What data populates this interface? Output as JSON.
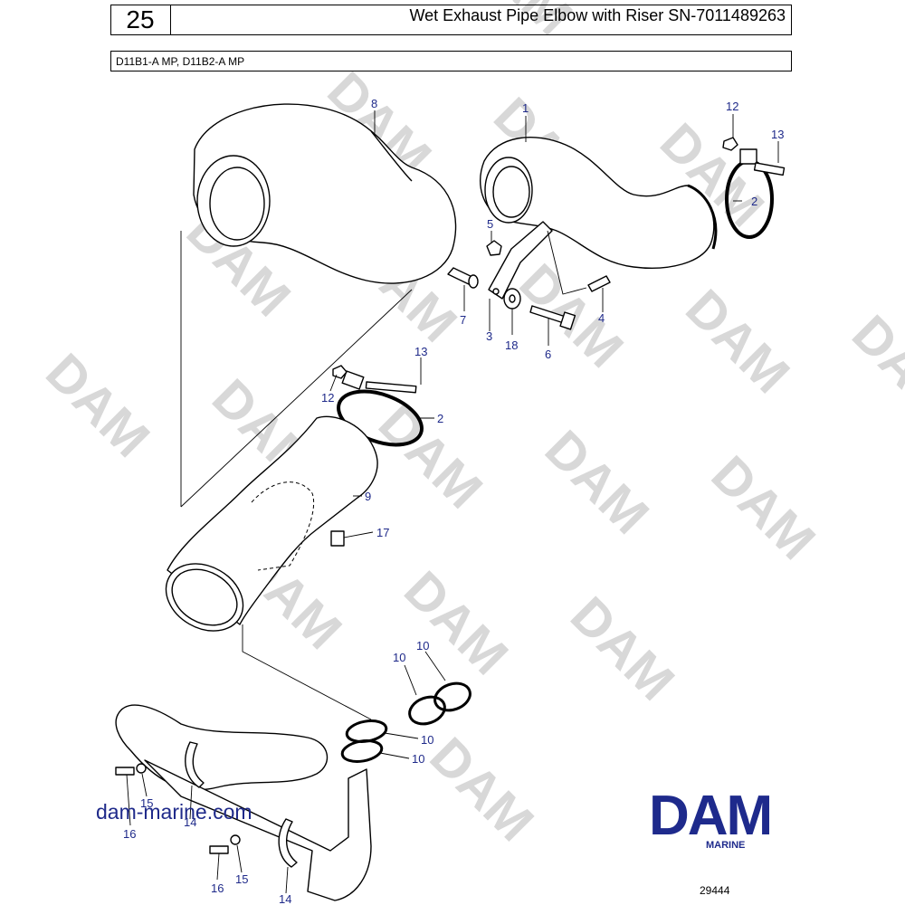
{
  "header": {
    "page_number": "25",
    "title": "Wet Exhaust Pipe Elbow with Riser SN-7011489263",
    "models": "D11B1-A MP, D11B2-A MP"
  },
  "callouts": {
    "c1": "1",
    "c2a": "2",
    "c2b": "2",
    "c3": "3",
    "c4": "4",
    "c5": "5",
    "c6": "6",
    "c7": "7",
    "c8": "8",
    "c9": "9",
    "c10a": "10",
    "c10b": "10",
    "c10c": "10",
    "c10d": "10",
    "c12a": "12",
    "c12b": "12",
    "c13a": "13",
    "c13b": "13",
    "c14a": "14",
    "c14b": "14",
    "c15a": "15",
    "c15b": "15",
    "c16a": "16",
    "c16b": "16",
    "c17": "17",
    "c18": "18"
  },
  "watermark": "DAM",
  "footer": {
    "website": "dam-marine.com",
    "logo": "DAM",
    "logo_sub": "MARINE",
    "figure_number": "29444"
  },
  "colors": {
    "brand": "#1e2a8c",
    "callout": "#1f2a8a",
    "watermark": "#d8d8d8"
  }
}
